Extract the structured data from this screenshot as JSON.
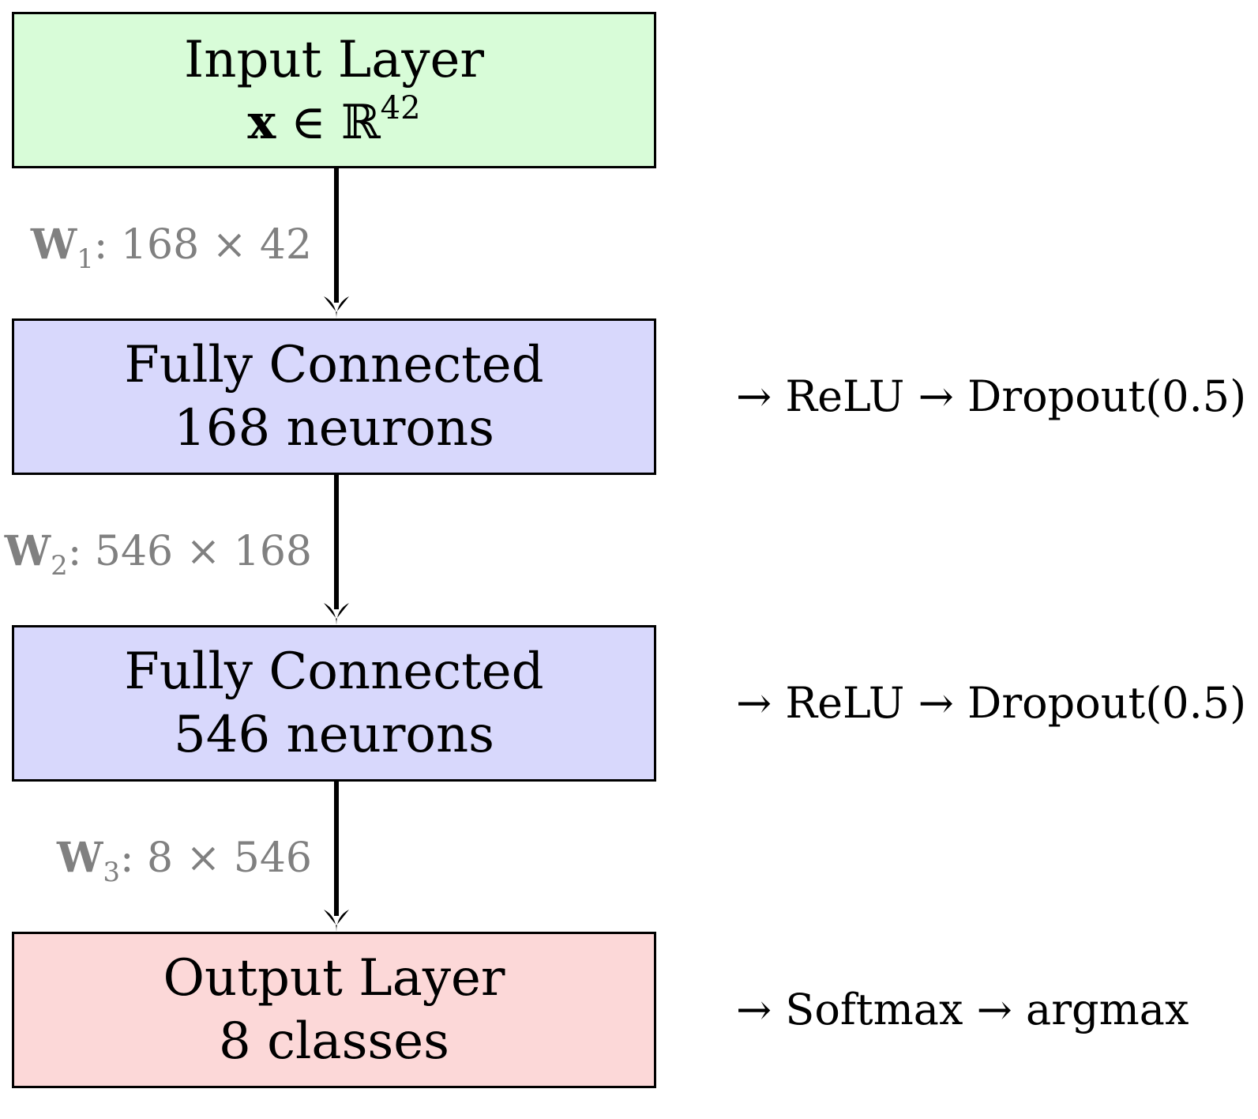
{
  "colors": {
    "input_fill": "#d8fcd8",
    "hidden_fill": "#d8d8fc",
    "output_fill": "#fcd8d8",
    "border": "#000000",
    "weight_text": "#808080"
  },
  "input_layer": {
    "title": "Input Layer",
    "var": "x",
    "member": " ∈ ",
    "set": "ℝ",
    "dim": "42"
  },
  "hidden_layers": [
    {
      "title": "Fully Connected",
      "subtitle": "168 neurons",
      "ops": "→ ReLU → Dropout(0.5)"
    },
    {
      "title": "Fully Connected",
      "subtitle": "546 neurons",
      "ops": "→ ReLU → Dropout(0.5)"
    }
  ],
  "output_layer": {
    "title": "Output Layer",
    "subtitle": "8 classes",
    "ops": "→ Softmax → argmax"
  },
  "weights": [
    {
      "symbol": "W",
      "sub": "1",
      "shape": ": 168 × 42"
    },
    {
      "symbol": "W",
      "sub": "2",
      "shape": ": 546 × 168"
    },
    {
      "symbol": "W",
      "sub": "3",
      "shape": ": 8 × 546"
    }
  ]
}
